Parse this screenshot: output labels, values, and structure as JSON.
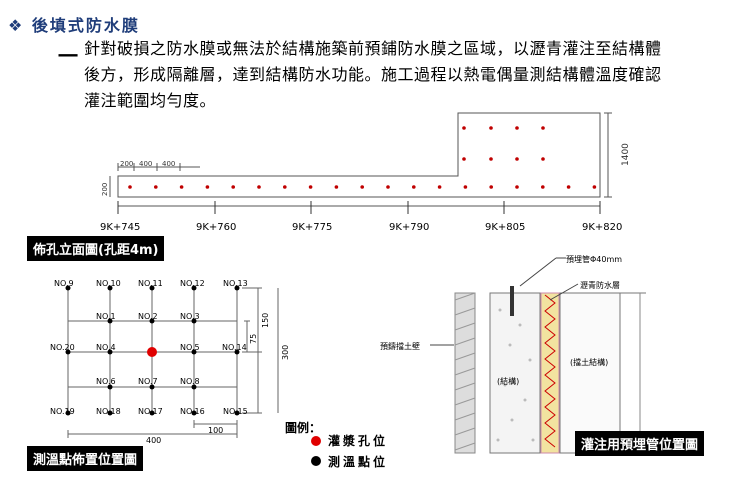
{
  "title": "❖ 後填式防水膜",
  "bullet": "一",
  "paragraph_lines": [
    "針對破損之防水膜或無法於結構施築前預鋪防水膜之區域，以瀝青灌注至結構體",
    "後方，形成隔離層，達到結構防水功能。施工過程以熱電偶量測結構體溫度確認",
    "灌注範圍均勻度。"
  ],
  "elevation": {
    "dims_top": [
      "200",
      "400",
      "400"
    ],
    "dim_left": "200",
    "dim_right": "1400",
    "chainages": [
      "9K+745",
      "9K+760",
      "9K+775",
      "9K+790",
      "9K+805",
      "9K+820"
    ],
    "caption": "佈孔立面圖(孔距4m)"
  },
  "layout_plan": {
    "row1": [
      "NO.9",
      "NO.10",
      "NO.11",
      "NO.12",
      "NO.13"
    ],
    "row2": [
      "NO.1",
      "NO.2",
      "NO.3"
    ],
    "row3": [
      "NO.20",
      "NO.4",
      "NO.5",
      "NO.14"
    ],
    "row4": [
      "NO.6",
      "NO.7",
      "NO.8"
    ],
    "row5": [
      "NO.19",
      "NO.18",
      "NO.17",
      "NO.16",
      "NO.15"
    ],
    "dims": [
      "150",
      "75",
      "300",
      "100",
      "400"
    ],
    "caption": "測溫點佈置位置圖"
  },
  "legend": {
    "title": "圖例：",
    "items": [
      {
        "label": "灌漿孔位",
        "color": "#e00000"
      },
      {
        "label": "測溫點位",
        "color": "#000000"
      }
    ]
  },
  "section": {
    "labels": [
      "預埋管Φ40mm",
      "瀝青防水層",
      "預鑄擋土壁",
      "(擋土結構)",
      "(結構)"
    ],
    "caption": "灌注用預埋管位置圖"
  }
}
